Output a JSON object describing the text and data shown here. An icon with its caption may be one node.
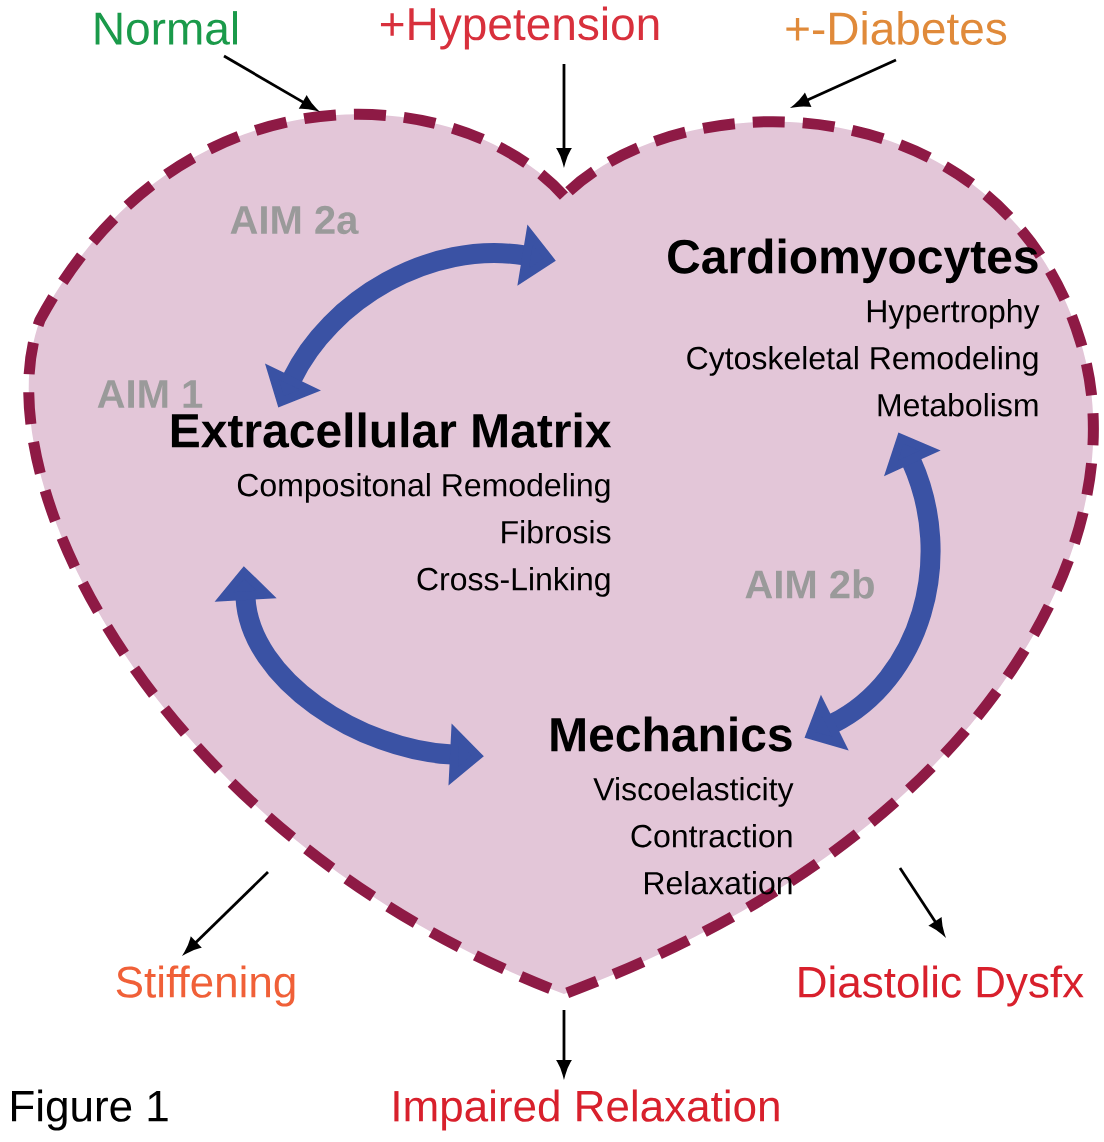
{
  "diagram": {
    "nodes": [
      {
        "text": [
          "Normal"
        ]
      },
      {
        "text": [
          "+Hypetension"
        ]
      },
      {
        "text": [
          "+-Diabetes"
        ]
      },
      {
        "text": [],
        "shape": "heart"
      },
      {
        "text": [
          "Cardiomyocytes",
          "Hypertrophy",
          "Cytoskeletal Remodeling",
          "Metabolism"
        ],
        "in": 3
      },
      {
        "text": [
          "Extracellular Matrix",
          "Compositonal Remodeling",
          "Fibrosis",
          "Cross-Linking"
        ],
        "in": 3,
        "beside": [
          "AIM 1"
        ]
      },
      {
        "text": [
          "Mechanics",
          "Viscoelasticity",
          "Contraction",
          "Relaxation"
        ],
        "in": 3
      },
      {
        "text": [
          "Stiffening"
        ]
      },
      {
        "text": [
          "Impaired Relaxation"
        ]
      },
      {
        "text": [
          "Diastolic Dysfx"
        ]
      }
    ],
    "edges": [
      {
        "from": 0,
        "to": 3,
        "arrow": "to"
      },
      {
        "from": 1,
        "to": 3,
        "arrow": "to"
      },
      {
        "from": 2,
        "to": 3,
        "arrow": "to"
      },
      {
        "from": 5,
        "to": 4,
        "arrow": "both",
        "label": "AIM 2a",
        "style": "thick",
        "color": "#3a52a4"
      },
      {
        "from": 4,
        "to": 6,
        "arrow": "both",
        "label": "AIM 2b",
        "style": "thick",
        "color": "#3a52a4"
      },
      {
        "from": 5,
        "to": 6,
        "arrow": "both",
        "style": "thick",
        "color": "#3a52a4"
      },
      {
        "from": 3,
        "to": 7,
        "arrow": "to"
      },
      {
        "from": 3,
        "to": 8,
        "arrow": "to"
      },
      {
        "from": 3,
        "to": 9,
        "arrow": "to"
      }
    ],
    "labels": [
      "Figure 1"
    ]
  }
}
